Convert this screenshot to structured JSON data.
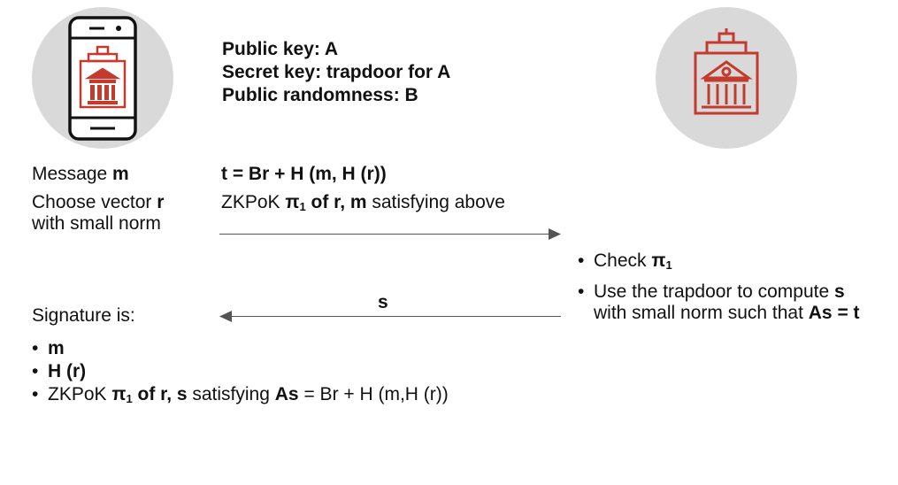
{
  "colors": {
    "icon_red": "#c43b2e",
    "circle_gray": "#d9d9d9",
    "arrow": "#555555"
  },
  "icons": {
    "user": "mobile-phone-bank-icon",
    "signer": "bank-building-icon"
  },
  "keys": {
    "line1": "Public key: A",
    "line2": "Secret key: trapdoor for A",
    "line3": "Public randomness: B"
  },
  "left": {
    "message_label": "Message ",
    "message_var": "m",
    "choose_line1": "Choose vector ",
    "choose_var": "r",
    "choose_line2": "with small norm",
    "signature_label": "Signature is:"
  },
  "commit": {
    "equation": "t = Br + H (m, H (r))",
    "zk_prefix": "ZKPoK ",
    "zk_pi": "π",
    "zk_sub": "1",
    "zk_of": " of r, m",
    "zk_suffix": " satisfying above"
  },
  "right": {
    "check_label": "Check ",
    "check_pi": "π",
    "check_sub": "1",
    "use_text": "Use the trapdoor to compute ",
    "use_var": "s",
    "with_text": "with small norm such that ",
    "with_eq": "As = t"
  },
  "response": {
    "label": "s"
  },
  "signature": {
    "bullet": "•",
    "item1": "m",
    "item2": "H (r)",
    "item3_prefix": "ZKPoK ",
    "item3_pi": "π",
    "item3_sub": "1",
    "item3_of": " of r, s",
    "item3_mid": " satisfying ",
    "item3_as": "As",
    "item3_tail": " = Br + H (m,H (r))"
  }
}
